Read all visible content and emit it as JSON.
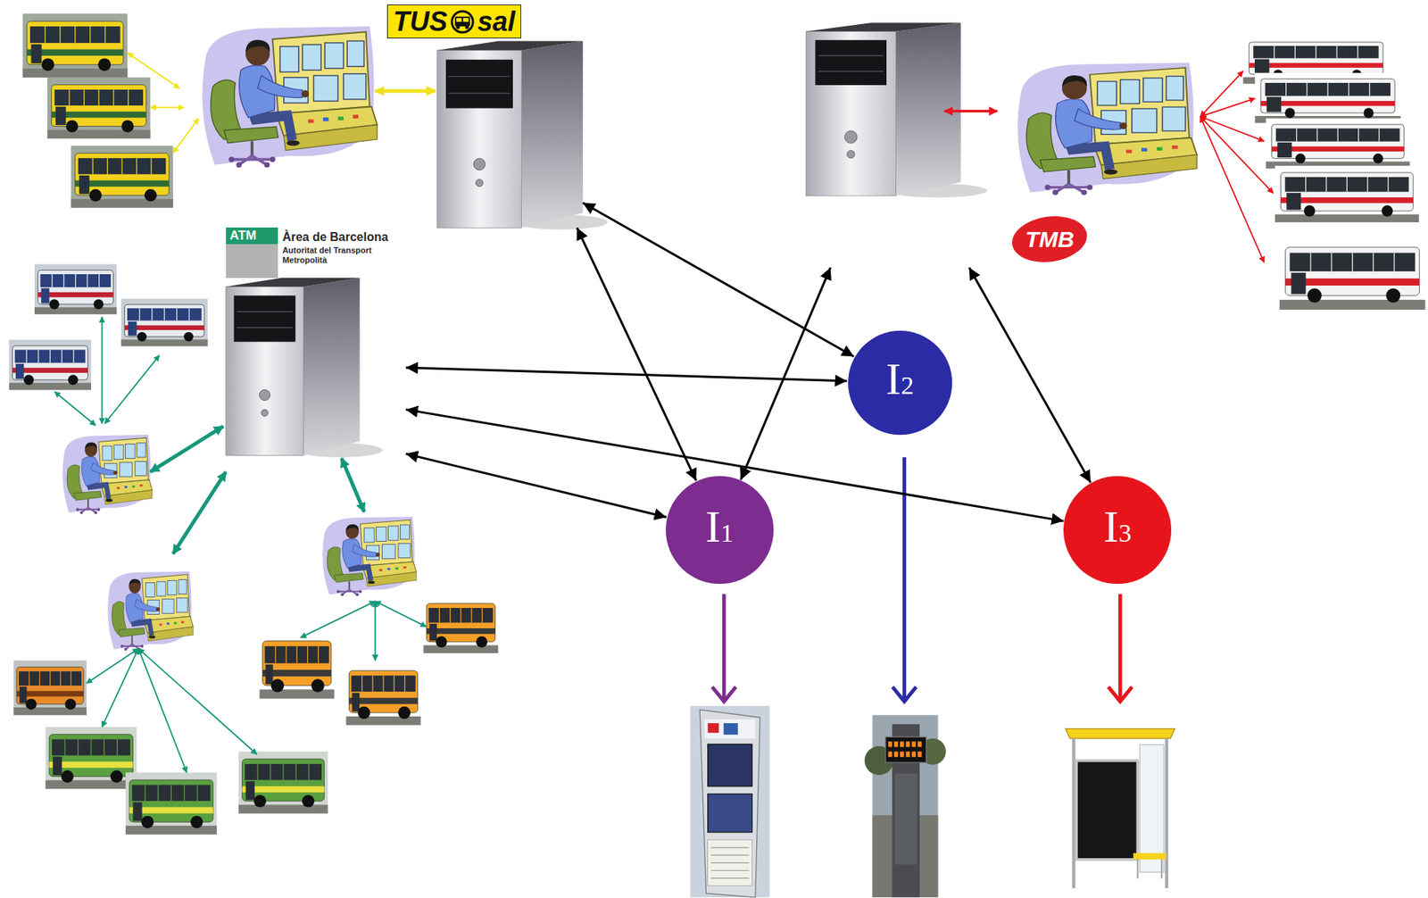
{
  "diagram": {
    "nodes": [
      {
        "text": [
          "TUS",
          "sal"
        ]
      },
      {
        "text": [
          "TMB"
        ]
      },
      {
        "text": [
          "ATM",
          "Àrea de Barcelona",
          "Autoritat del Transport Metropolità"
        ]
      },
      {
        "text": [
          "I2"
        ]
      },
      {
        "text": [
          "I1"
        ]
      },
      {
        "text": [
          "I3"
        ]
      }
    ],
    "edges": [
      {
        "from": 0,
        "to": 3,
        "arrow": "both"
      },
      {
        "from": 0,
        "to": 4,
        "arrow": "both"
      },
      {
        "from": 1,
        "to": 4,
        "arrow": "both"
      },
      {
        "from": 1,
        "to": 5,
        "arrow": "both"
      },
      {
        "from": 2,
        "to": 3,
        "arrow": "both"
      },
      {
        "from": 2,
        "to": 5,
        "arrow": "both"
      },
      {
        "from": 2,
        "to": 4,
        "arrow": "both"
      }
    ]
  }
}
